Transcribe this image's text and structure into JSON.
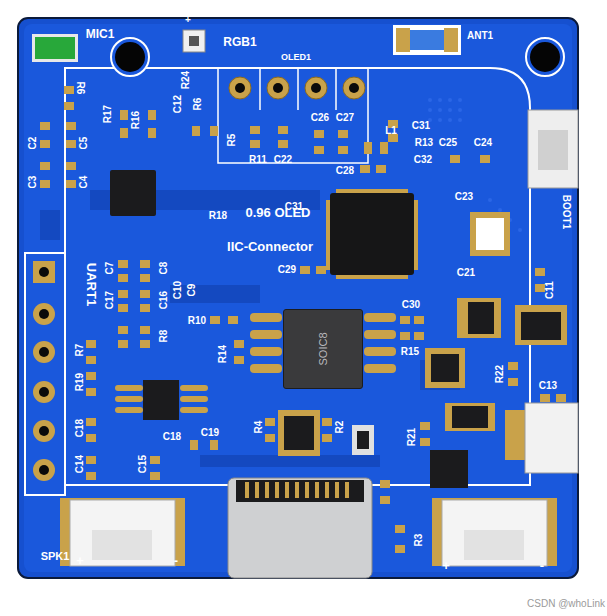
{
  "diagram": {
    "nodes": [
      {
        "text": [
          "SOIC8"
        ]
      }
    ],
    "labels": [
      "MIC1",
      "+",
      "RGB1",
      "ANT1",
      "OLED1",
      "R6",
      "R17",
      "R16",
      "C12",
      "R24",
      "R6",
      "R5",
      "R11",
      "C22",
      "C26",
      "C27",
      "L1",
      "C31",
      "R13",
      "C25",
      "C24",
      "C32",
      "C28",
      "C2",
      "C5",
      "C3",
      "C4",
      "R18",
      "0.96 OLED",
      "C31",
      "IIC-Connector",
      "C29",
      "C23",
      "C21",
      "BOOT1",
      "C11",
      "UART1",
      "C7",
      "C8",
      "C17",
      "C16",
      "C10",
      "C9",
      "R8",
      "R10",
      "C30",
      "R15",
      "R14",
      "R7",
      "R19",
      "R22",
      "C13",
      "C18",
      "C18",
      "C19",
      "R4",
      "R2",
      "R21",
      "C14",
      "C15",
      "SPK1",
      "+",
      "-",
      "R3",
      "+",
      "-",
      "CSDN @whoLink"
    ]
  }
}
